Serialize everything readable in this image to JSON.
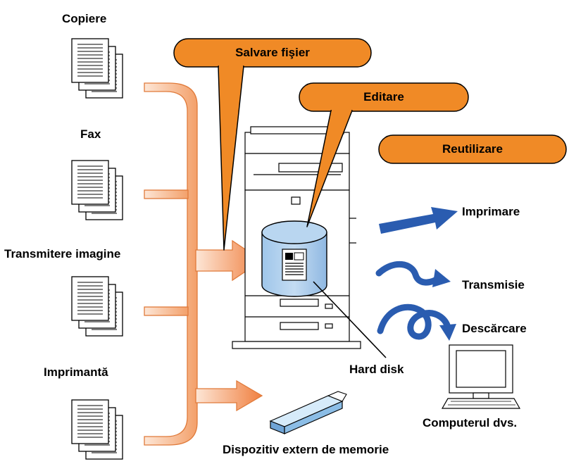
{
  "sources": {
    "copy_label": "Copiere",
    "fax_label": "Fax",
    "image_send_label": "Transmitere imagine",
    "printer_label": "Imprimantă"
  },
  "callouts": {
    "file_save": "Salvare fişier",
    "edit": "Editare",
    "reuse": "Reutilizare"
  },
  "outputs": {
    "print": "Imprimare",
    "transmit": "Transmisie",
    "download": "Descărcare",
    "computer": "Computerul dvs."
  },
  "storage": {
    "hard_disk": "Hard disk",
    "external_memory": "Dispozitiv extern de memorie"
  },
  "colors": {
    "callout_fill": "#f08a26",
    "flow_arrow_light": "#fbe0cc",
    "flow_arrow_dark": "#f0a070",
    "disk_fill": "#a9ccec",
    "action_arrow": "#2a5cb0",
    "usb_fill": "#8bbde6"
  }
}
